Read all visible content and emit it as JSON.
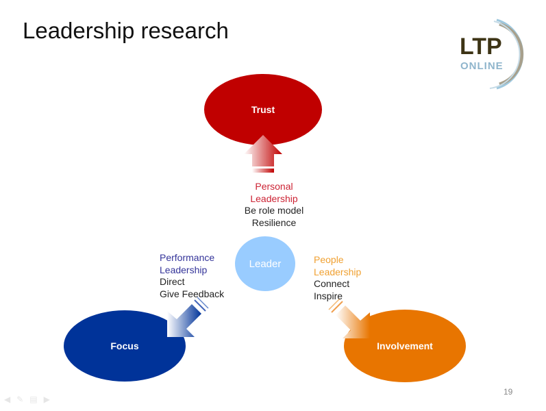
{
  "slide": {
    "title": "Leadership research",
    "page_number": "19"
  },
  "logo": {
    "primary": "LTP",
    "secondary": "ONLINE"
  },
  "diagram": {
    "center": {
      "label": "Leader",
      "color": "#99ccff"
    },
    "nodes": [
      {
        "id": "trust",
        "label": "Trust",
        "color": "#c00000"
      },
      {
        "id": "focus",
        "label": "Focus",
        "color": "#003399"
      },
      {
        "id": "involvement",
        "label": "Involvement",
        "color": "#e87500"
      }
    ],
    "links": {
      "personal": {
        "heading_line1": "Personal",
        "heading_line2": "Leadership",
        "items": [
          "Be role model",
          "Resilience"
        ],
        "color": "#cc2233",
        "target": "trust"
      },
      "performance": {
        "heading_line1": "Performance",
        "heading_line2": "Leadership",
        "items": [
          "Direct",
          "Give Feedback"
        ],
        "color": "#333399",
        "target": "focus"
      },
      "people": {
        "heading_line1": "People",
        "heading_line2": "Leadership",
        "items": [
          "Connect",
          "Inspire"
        ],
        "color": "#f0a030",
        "target": "involvement"
      }
    }
  },
  "nav_icons": [
    "arrow-left-icon",
    "pen-icon",
    "menu-icon",
    "arrow-right-icon"
  ]
}
